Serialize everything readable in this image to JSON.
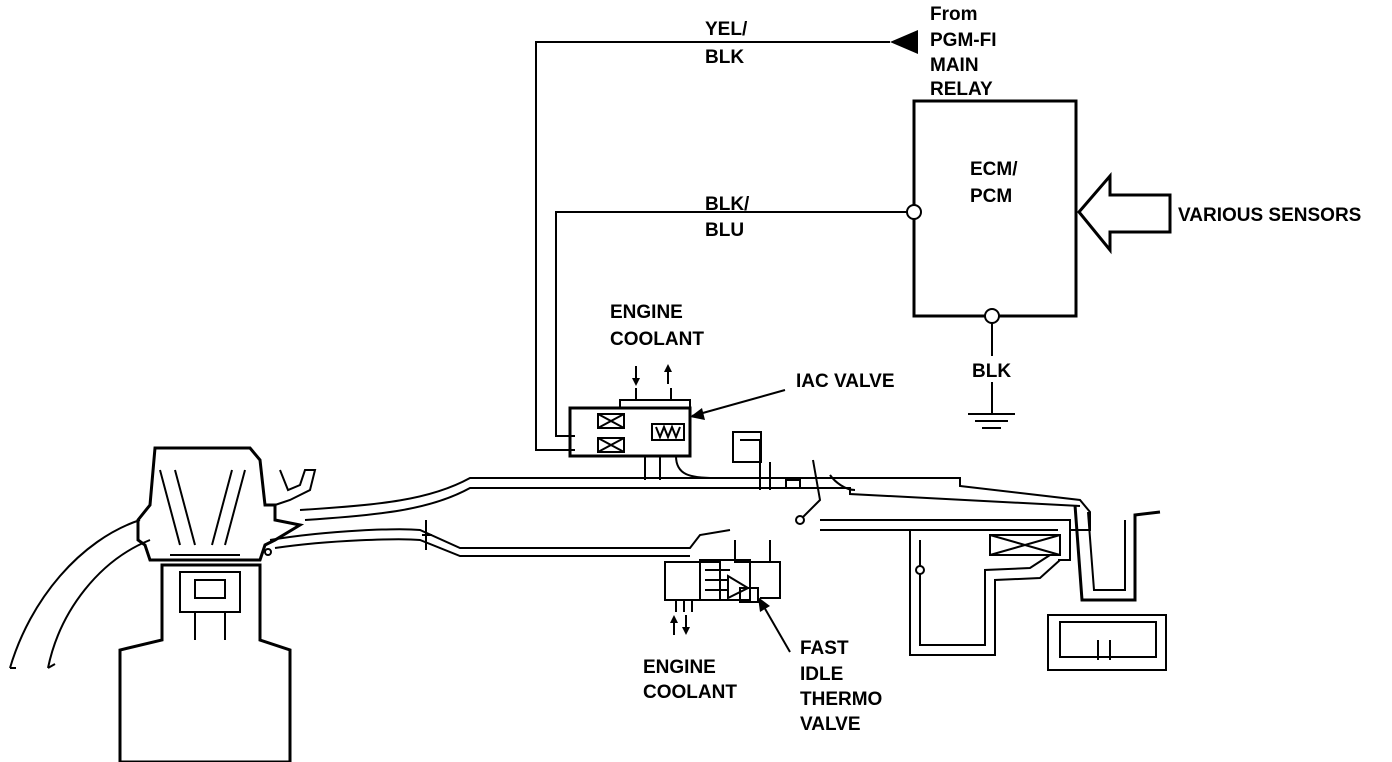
{
  "labels": {
    "yel_blk_1": "YEL/",
    "yel_blk_2": "BLK",
    "from_1": "From",
    "from_2": "PGM-FI",
    "from_3": "MAIN",
    "from_4": "RELAY",
    "ecm_1": "ECM/",
    "ecm_2": "PCM",
    "blk_blu_1": "BLK/",
    "blk_blu_2": "BLU",
    "various_sensors": "VARIOUS SENSORS",
    "coolant_top_1": "ENGINE",
    "coolant_top_2": "COOLANT",
    "iac_valve": "IAC VALVE",
    "blk_ground": "BLK",
    "coolant_bottom_1": "ENGINE",
    "coolant_bottom_2": "COOLANT",
    "fast_1": "FAST",
    "fast_2": "IDLE",
    "fast_3": "THERMO",
    "fast_4": "VALVE"
  },
  "colors": {
    "line": "#000000",
    "background": "#ffffff"
  }
}
